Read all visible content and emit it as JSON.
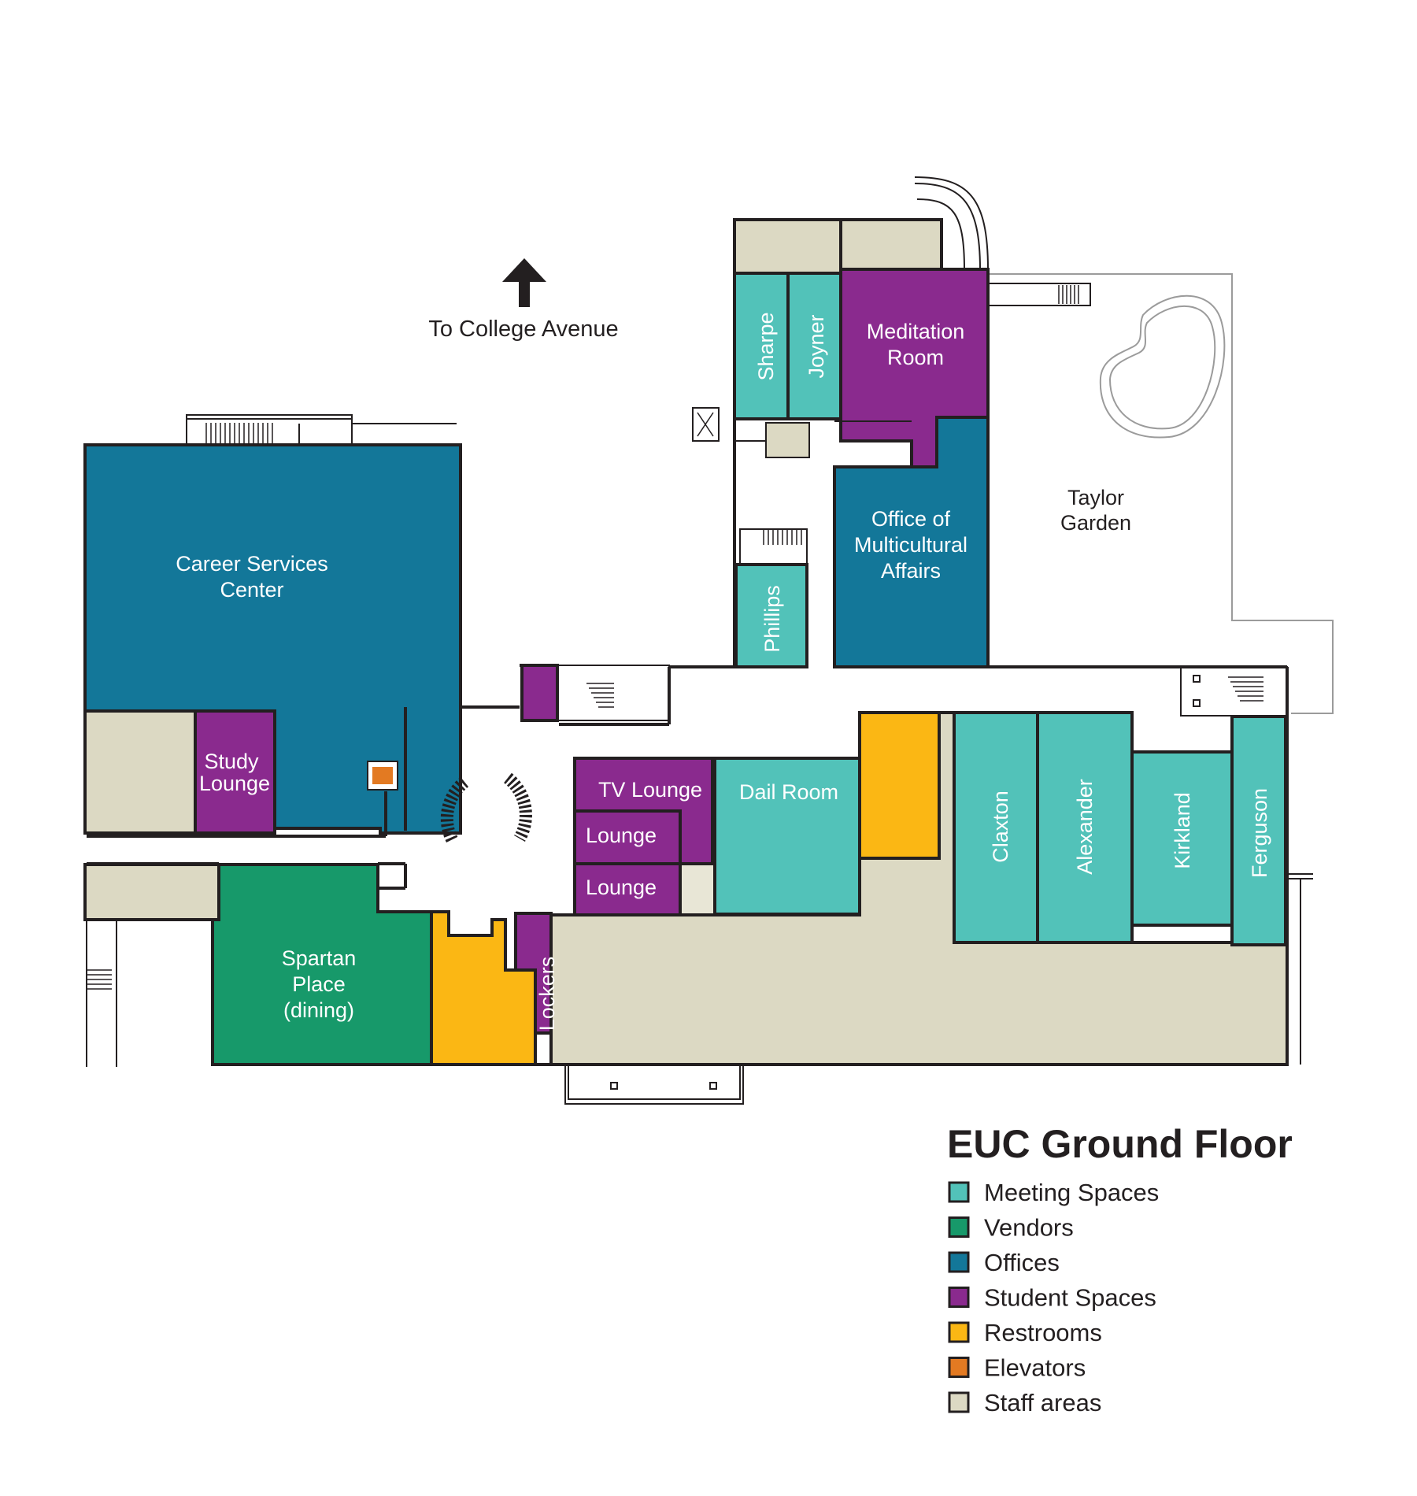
{
  "colors": {
    "meeting": "#52c2b9",
    "vendor": "#17996a",
    "office": "#137799",
    "student": "#8a2a8e",
    "restroom": "#fbb714",
    "elevator": "#e37a22",
    "staff": "#dcd9c3",
    "wall": "#231f20"
  },
  "labels": {
    "direction": "To College Avenue",
    "garden_1": "Taylor",
    "garden_2": "Garden"
  },
  "rooms": {
    "career_1": "Career Services",
    "career_2": "Center",
    "study_1": "Study",
    "study_2": "Lounge",
    "spartan_1": "Spartan",
    "spartan_2": "Place",
    "spartan_3": "(dining)",
    "lockers": "Lockers",
    "tv_lounge": "TV Lounge",
    "lounge_a": "Lounge",
    "lounge_b": "Lounge",
    "dail": "Dail Room",
    "sharpe": "Sharpe",
    "joyner": "Joyner",
    "meditation_1": "Meditation",
    "meditation_2": "Room",
    "multicultural_1": "Office of",
    "multicultural_2": "Multicultural",
    "multicultural_3": "Affairs",
    "phillips": "Phillips",
    "claxton": "Claxton",
    "alexander": "Alexander",
    "kirkland": "Kirkland",
    "ferguson": "Ferguson"
  },
  "legend": {
    "title": "EUC Ground Floor",
    "items": [
      {
        "label": "Meeting Spaces",
        "color": "#52c2b9"
      },
      {
        "label": "Vendors",
        "color": "#17996a"
      },
      {
        "label": "Offices",
        "color": "#137799"
      },
      {
        "label": "Student Spaces",
        "color": "#8a2a8e"
      },
      {
        "label": "Restrooms",
        "color": "#fbb714"
      },
      {
        "label": "Elevators",
        "color": "#e37a22"
      },
      {
        "label": "Staff areas",
        "color": "#dcd9c3"
      }
    ]
  }
}
